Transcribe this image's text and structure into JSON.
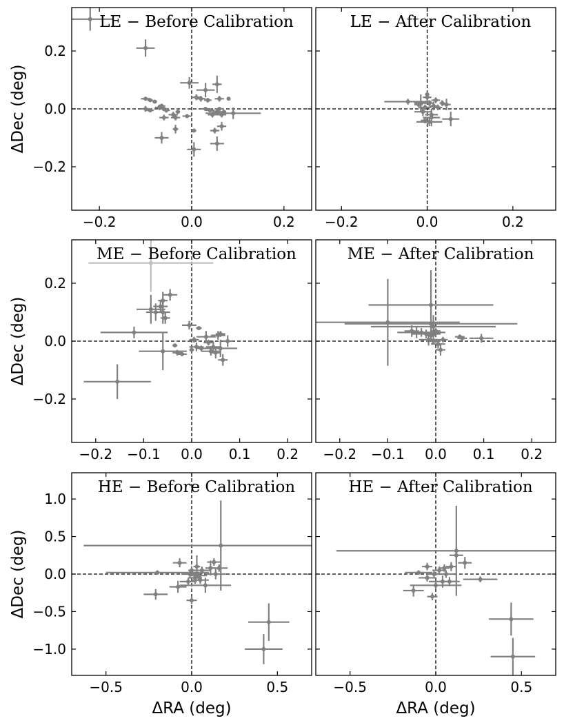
{
  "chart_data": [
    {
      "type": "scatter",
      "title": "LE − Before Calibration",
      "xlabel": "",
      "ylabel": "ΔDec (deg)",
      "xlim": [
        -0.26,
        0.26
      ],
      "ylim": [
        -0.35,
        0.35
      ],
      "xticks": [
        -0.2,
        0.0,
        0.2
      ],
      "xtick_labels": [
        "−0.2",
        "0.0",
        "0.2"
      ],
      "yticks": [
        -0.2,
        0.0,
        0.2
      ],
      "ytick_labels": [
        "−0.2",
        "0.0",
        "0.2"
      ],
      "points": [
        {
          "x": -0.22,
          "y": 0.31,
          "xerr": 0.05,
          "yerr": 0.04
        },
        {
          "x": -0.1,
          "y": 0.21,
          "xerr": 0.02,
          "yerr": 0.03
        },
        {
          "x": -0.1,
          "y": 0.035,
          "xerr": 0.01,
          "yerr": 0.005
        },
        {
          "x": -0.09,
          "y": 0.03,
          "xerr": 0.006,
          "yerr": 0.005
        },
        {
          "x": -0.08,
          "y": 0.025,
          "xerr": 0.005,
          "yerr": 0.005
        },
        {
          "x": -0.1,
          "y": 0.0,
          "xerr": 0.01,
          "yerr": 0.01
        },
        {
          "x": -0.09,
          "y": -0.005,
          "xerr": 0.008,
          "yerr": 0.005
        },
        {
          "x": -0.07,
          "y": 0.005,
          "xerr": 0.01,
          "yerr": 0.01
        },
        {
          "x": -0.065,
          "y": 0.01,
          "xerr": 0.008,
          "yerr": 0.008
        },
        {
          "x": -0.06,
          "y": 0.0,
          "xerr": 0.01,
          "yerr": 0.005
        },
        {
          "x": -0.055,
          "y": -0.005,
          "xerr": 0.008,
          "yerr": 0.008
        },
        {
          "x": -0.06,
          "y": -0.03,
          "xerr": 0.01,
          "yerr": 0.01
        },
        {
          "x": -0.04,
          "y": -0.02,
          "xerr": 0.01,
          "yerr": 0.01
        },
        {
          "x": -0.035,
          "y": -0.03,
          "xerr": 0.01,
          "yerr": 0.01
        },
        {
          "x": -0.065,
          "y": -0.1,
          "xerr": 0.015,
          "yerr": 0.02
        },
        {
          "x": -0.035,
          "y": -0.07,
          "xerr": 0.006,
          "yerr": 0.015
        },
        {
          "x": -0.03,
          "y": -0.01,
          "xerr": 0.005,
          "yerr": 0.005
        },
        {
          "x": -0.01,
          "y": -0.025,
          "xerr": 0.01,
          "yerr": 0.005
        },
        {
          "x": -0.005,
          "y": 0.09,
          "xerr": 0.02,
          "yerr": 0.02
        },
        {
          "x": 0.005,
          "y": -0.14,
          "xerr": 0.015,
          "yerr": 0.025
        },
        {
          "x": 0.005,
          "y": -0.075,
          "xerr": 0.005,
          "yerr": 0.005
        },
        {
          "x": 0.01,
          "y": 0.04,
          "xerr": 0.01,
          "yerr": 0.01
        },
        {
          "x": 0.02,
          "y": 0.035,
          "xerr": 0.01,
          "yerr": 0.01
        },
        {
          "x": 0.03,
          "y": 0.065,
          "xerr": 0.02,
          "yerr": 0.025
        },
        {
          "x": 0.03,
          "y": 0.0,
          "xerr": 0.01,
          "yerr": 0.005
        },
        {
          "x": 0.035,
          "y": 0.03,
          "xerr": 0.008,
          "yerr": 0.008
        },
        {
          "x": 0.04,
          "y": -0.005,
          "xerr": 0.01,
          "yerr": 0.005
        },
        {
          "x": 0.045,
          "y": -0.02,
          "xerr": 0.01,
          "yerr": 0.01
        },
        {
          "x": 0.05,
          "y": -0.075,
          "xerr": 0.01,
          "yerr": 0.01
        },
        {
          "x": 0.055,
          "y": 0.085,
          "xerr": 0.01,
          "yerr": 0.03
        },
        {
          "x": 0.055,
          "y": -0.12,
          "xerr": 0.015,
          "yerr": 0.025
        },
        {
          "x": 0.055,
          "y": -0.01,
          "xerr": 0.01,
          "yerr": 0.01
        },
        {
          "x": 0.06,
          "y": 0.0,
          "xerr": 0.01,
          "yerr": 0.005
        },
        {
          "x": 0.06,
          "y": 0.035,
          "xerr": 0.01,
          "yerr": 0.01
        },
        {
          "x": 0.065,
          "y": -0.06,
          "xerr": 0.01,
          "yerr": 0.015
        },
        {
          "x": 0.065,
          "y": -0.02,
          "xerr": 0.01,
          "yerr": 0.01
        },
        {
          "x": 0.07,
          "y": -0.01,
          "xerr": 0.005,
          "yerr": 0.005
        },
        {
          "x": 0.08,
          "y": 0.035,
          "xerr": 0.004,
          "yerr": 0.004
        },
        {
          "x": 0.09,
          "y": -0.015,
          "xerr": 0.06,
          "yerr": 0.02
        }
      ]
    },
    {
      "type": "scatter",
      "title": "LE − After Calibration",
      "xlabel": "",
      "ylabel": "",
      "xlim": [
        -0.26,
        0.3
      ],
      "ylim": [
        -0.35,
        0.35
      ],
      "xticks": [
        -0.2,
        0.0,
        0.2
      ],
      "xtick_labels": [
        "−0.2",
        "0.0",
        "0.2"
      ],
      "yticks": [
        -0.2,
        0.0,
        0.2
      ],
      "ytick_labels": [],
      "points": [
        {
          "x": -0.045,
          "y": 0.025,
          "xerr": 0.055,
          "yerr": 0.01
        },
        {
          "x": -0.02,
          "y": 0.015,
          "xerr": 0.01,
          "yerr": 0.01
        },
        {
          "x": -0.015,
          "y": 0.02,
          "xerr": 0.015,
          "yerr": 0.03
        },
        {
          "x": -0.01,
          "y": -0.01,
          "xerr": 0.02,
          "yerr": 0.015
        },
        {
          "x": -0.005,
          "y": 0.005,
          "xerr": 0.015,
          "yerr": 0.01
        },
        {
          "x": 0.0,
          "y": 0.04,
          "xerr": 0.01,
          "yerr": 0.02
        },
        {
          "x": 0.005,
          "y": 0.02,
          "xerr": 0.01,
          "yerr": 0.01
        },
        {
          "x": 0.01,
          "y": -0.02,
          "xerr": 0.015,
          "yerr": 0.015
        },
        {
          "x": 0.005,
          "y": -0.045,
          "xerr": 0.03,
          "yerr": 0.015
        },
        {
          "x": 0.01,
          "y": -0.03,
          "xerr": 0.02,
          "yerr": 0.03
        },
        {
          "x": 0.015,
          "y": 0.01,
          "xerr": 0.01,
          "yerr": 0.015
        },
        {
          "x": 0.02,
          "y": 0.03,
          "xerr": 0.01,
          "yerr": 0.01
        },
        {
          "x": 0.025,
          "y": 0.005,
          "xerr": 0.01,
          "yerr": 0.01
        },
        {
          "x": 0.035,
          "y": 0.02,
          "xerr": 0.006,
          "yerr": 0.01
        },
        {
          "x": 0.045,
          "y": 0.015,
          "xerr": 0.01,
          "yerr": 0.02
        },
        {
          "x": 0.055,
          "y": -0.035,
          "xerr": 0.02,
          "yerr": 0.025
        },
        {
          "x": 0.0,
          "y": 0.05,
          "xerr": 0.005,
          "yerr": 0.005
        },
        {
          "x": -0.005,
          "y": -0.04,
          "xerr": 0.01,
          "yerr": 0.01
        }
      ]
    },
    {
      "type": "scatter",
      "title": "ME − Before Calibration",
      "xlabel": "",
      "ylabel": "ΔDec (deg)",
      "xlim": [
        -0.25,
        0.25
      ],
      "ylim": [
        -0.35,
        0.35
      ],
      "xticks": [
        -0.2,
        -0.1,
        0.0,
        0.1,
        0.2
      ],
      "xtick_labels": [
        "−0.2",
        "−0.1",
        "0.0",
        "0.1",
        "0.2"
      ],
      "yticks": [
        -0.2,
        0.0,
        0.2
      ],
      "ytick_labels": [
        "−0.2",
        "0.0",
        "0.2"
      ],
      "points": [
        {
          "x": -0.085,
          "y": 0.27,
          "xerr": 0.13,
          "yerr": 0.1,
          "light": true
        },
        {
          "x": -0.155,
          "y": -0.14,
          "xerr": 0.07,
          "yerr": 0.06
        },
        {
          "x": -0.12,
          "y": 0.03,
          "xerr": 0.07,
          "yerr": 0.02
        },
        {
          "x": -0.085,
          "y": 0.11,
          "xerr": 0.03,
          "yerr": 0.05
        },
        {
          "x": -0.075,
          "y": 0.1,
          "xerr": 0.02,
          "yerr": 0.03
        },
        {
          "x": -0.065,
          "y": 0.12,
          "xerr": 0.015,
          "yerr": 0.02
        },
        {
          "x": -0.06,
          "y": 0.14,
          "xerr": 0.01,
          "yerr": 0.03
        },
        {
          "x": -0.06,
          "y": 0.1,
          "xerr": 0.015,
          "yerr": 0.04
        },
        {
          "x": -0.055,
          "y": 0.08,
          "xerr": 0.01,
          "yerr": 0.02
        },
        {
          "x": -0.045,
          "y": 0.16,
          "xerr": 0.015,
          "yerr": 0.02
        },
        {
          "x": -0.06,
          "y": -0.035,
          "xerr": 0.05,
          "yerr": 0.065
        },
        {
          "x": -0.035,
          "y": -0.015,
          "xerr": 0.005,
          "yerr": 0.005
        },
        {
          "x": -0.03,
          "y": -0.04,
          "xerr": 0.01,
          "yerr": 0.01
        },
        {
          "x": -0.02,
          "y": -0.045,
          "xerr": 0.01,
          "yerr": 0.005
        },
        {
          "x": -0.005,
          "y": 0.055,
          "xerr": 0.015,
          "yerr": 0.015
        },
        {
          "x": 0.0,
          "y": -0.03,
          "xerr": 0.005,
          "yerr": 0.005
        },
        {
          "x": 0.005,
          "y": 0.005,
          "xerr": 0.01,
          "yerr": 0.01
        },
        {
          "x": 0.01,
          "y": -0.02,
          "xerr": 0.015,
          "yerr": 0.015
        },
        {
          "x": 0.015,
          "y": 0.045,
          "xerr": 0.006,
          "yerr": 0.006
        },
        {
          "x": 0.02,
          "y": -0.025,
          "xerr": 0.01,
          "yerr": 0.01
        },
        {
          "x": 0.03,
          "y": 0.015,
          "xerr": 0.02,
          "yerr": 0.02
        },
        {
          "x": 0.035,
          "y": -0.005,
          "xerr": 0.01,
          "yerr": 0.01
        },
        {
          "x": 0.04,
          "y": -0.035,
          "xerr": 0.02,
          "yerr": 0.015
        },
        {
          "x": 0.045,
          "y": -0.02,
          "xerr": 0.015,
          "yerr": 0.02
        },
        {
          "x": 0.05,
          "y": -0.04,
          "xerr": 0.01,
          "yerr": 0.02
        },
        {
          "x": 0.055,
          "y": 0.02,
          "xerr": 0.015,
          "yerr": 0.015
        },
        {
          "x": 0.06,
          "y": -0.025,
          "xerr": 0.035,
          "yerr": 0.03
        },
        {
          "x": 0.06,
          "y": 0.025,
          "xerr": 0.01,
          "yerr": 0.01
        },
        {
          "x": 0.065,
          "y": -0.065,
          "xerr": 0.01,
          "yerr": 0.02
        },
        {
          "x": 0.075,
          "y": 0.0,
          "xerr": 0.01,
          "yerr": 0.02
        }
      ]
    },
    {
      "type": "scatter",
      "title": "ME − After Calibration",
      "xlabel": "",
      "ylabel": "",
      "xlim": [
        -0.25,
        0.25
      ],
      "ylim": [
        -0.35,
        0.35
      ],
      "xticks": [
        -0.2,
        -0.1,
        0.0,
        0.1,
        0.2
      ],
      "xtick_labels": [
        "−0.2",
        "−0.1",
        "0.0",
        "0.1",
        "0.2"
      ],
      "yticks": [
        -0.2,
        0.0,
        0.2
      ],
      "ytick_labels": [],
      "points": [
        {
          "x": -0.1,
          "y": 0.065,
          "xerr": 0.15,
          "yerr": 0.15
        },
        {
          "x": -0.01,
          "y": 0.125,
          "xerr": 0.13,
          "yerr": 0.12
        },
        {
          "x": -0.01,
          "y": 0.06,
          "xerr": 0.18,
          "yerr": 0.06
        },
        {
          "x": -0.005,
          "y": 0.05,
          "xerr": 0.13,
          "yerr": 0.04
        },
        {
          "x": -0.05,
          "y": 0.035,
          "xerr": 0.015,
          "yerr": 0.02
        },
        {
          "x": -0.04,
          "y": 0.03,
          "xerr": 0.015,
          "yerr": 0.02
        },
        {
          "x": -0.03,
          "y": 0.03,
          "xerr": 0.05,
          "yerr": 0.015
        },
        {
          "x": -0.02,
          "y": 0.025,
          "xerr": 0.03,
          "yerr": 0.015
        },
        {
          "x": -0.015,
          "y": 0.005,
          "xerr": 0.02,
          "yerr": 0.02
        },
        {
          "x": -0.01,
          "y": 0.02,
          "xerr": 0.01,
          "yerr": 0.02
        },
        {
          "x": -0.005,
          "y": 0.0,
          "xerr": 0.015,
          "yerr": 0.01
        },
        {
          "x": 0.0,
          "y": 0.035,
          "xerr": 0.01,
          "yerr": 0.01
        },
        {
          "x": 0.005,
          "y": -0.01,
          "xerr": 0.015,
          "yerr": 0.015
        },
        {
          "x": 0.01,
          "y": -0.03,
          "xerr": 0.01,
          "yerr": 0.02
        },
        {
          "x": 0.015,
          "y": 0.005,
          "xerr": 0.01,
          "yerr": 0.01
        },
        {
          "x": 0.05,
          "y": 0.015,
          "xerr": 0.01,
          "yerr": 0.008
        },
        {
          "x": 0.055,
          "y": 0.01,
          "xerr": 0.01,
          "yerr": 0.008
        },
        {
          "x": 0.095,
          "y": 0.01,
          "xerr": 0.025,
          "yerr": 0.015
        }
      ]
    },
    {
      "type": "scatter",
      "title": "HE − Before Calibration",
      "xlabel": "ΔRA (deg)",
      "ylabel": "ΔDec (deg)",
      "xlim": [
        -0.7,
        0.7
      ],
      "ylim": [
        -1.35,
        1.35
      ],
      "xticks": [
        -0.5,
        0.0,
        0.5
      ],
      "xtick_labels": [
        "−0.5",
        "0.0",
        "0.5"
      ],
      "yticks": [
        -1.0,
        -0.5,
        0.0,
        0.5,
        1.0
      ],
      "ytick_labels": [
        "−1.0",
        "−0.5",
        "0.0",
        "0.5",
        "1.0"
      ],
      "points": [
        {
          "x": 0.17,
          "y": 0.38,
          "xerr": 0.8,
          "yerr": 0.6
        },
        {
          "x": 0.45,
          "y": -0.64,
          "xerr": 0.12,
          "yerr": 0.25
        },
        {
          "x": 0.42,
          "y": -1.0,
          "xerr": 0.11,
          "yerr": 0.2
        },
        {
          "x": -0.21,
          "y": -0.27,
          "xerr": 0.07,
          "yerr": 0.07
        },
        {
          "x": -0.2,
          "y": 0.02,
          "xerr": 0.3,
          "yerr": 0.03
        },
        {
          "x": -0.08,
          "y": -0.17,
          "xerr": 0.05,
          "yerr": 0.08
        },
        {
          "x": -0.07,
          "y": 0.15,
          "xerr": 0.04,
          "yerr": 0.06
        },
        {
          "x": -0.02,
          "y": -0.1,
          "xerr": 0.05,
          "yerr": 0.05
        },
        {
          "x": -0.01,
          "y": 0.0,
          "xerr": 0.05,
          "yerr": 0.06
        },
        {
          "x": 0.0,
          "y": -0.35,
          "xerr": 0.03,
          "yerr": 0.05
        },
        {
          "x": 0.0,
          "y": 0.05,
          "xerr": 0.02,
          "yerr": 0.04
        },
        {
          "x": 0.02,
          "y": -0.05,
          "xerr": 0.04,
          "yerr": 0.08
        },
        {
          "x": 0.03,
          "y": 0.1,
          "xerr": 0.02,
          "yerr": 0.15
        },
        {
          "x": 0.04,
          "y": -0.02,
          "xerr": 0.05,
          "yerr": 0.05
        },
        {
          "x": 0.05,
          "y": -0.08,
          "xerr": 0.05,
          "yerr": 0.05
        },
        {
          "x": 0.06,
          "y": 0.05,
          "xerr": 0.05,
          "yerr": 0.05
        },
        {
          "x": 0.08,
          "y": -0.15,
          "xerr": 0.15,
          "yerr": 0.1
        },
        {
          "x": 0.11,
          "y": 0.08,
          "xerr": 0.03,
          "yerr": 0.1
        },
        {
          "x": 0.13,
          "y": 0.16,
          "xerr": 0.04,
          "yerr": 0.05
        },
        {
          "x": 0.14,
          "y": 0.0,
          "xerr": 0.06,
          "yerr": 0.07
        },
        {
          "x": 0.16,
          "y": 0.08,
          "xerr": 0.05,
          "yerr": 0.05
        }
      ]
    },
    {
      "type": "scatter",
      "title": "HE − After Calibration",
      "xlabel": "ΔRA (deg)",
      "ylabel": "",
      "xlim": [
        -0.7,
        0.7
      ],
      "ylim": [
        -1.35,
        1.35
      ],
      "xticks": [
        -0.5,
        0.0,
        0.5
      ],
      "xtick_labels": [
        "−0.5",
        "0.0",
        "0.5"
      ],
      "yticks": [
        -1.0,
        -0.5,
        0.0,
        0.5,
        1.0
      ],
      "ytick_labels": [],
      "points": [
        {
          "x": 0.12,
          "y": 0.31,
          "xerr": 0.7,
          "yerr": 0.6
        },
        {
          "x": 0.44,
          "y": -0.6,
          "xerr": 0.13,
          "yerr": 0.22
        },
        {
          "x": 0.45,
          "y": -1.1,
          "xerr": 0.13,
          "yerr": 0.25
        },
        {
          "x": -0.13,
          "y": -0.22,
          "xerr": 0.06,
          "yerr": 0.08
        },
        {
          "x": -0.1,
          "y": 0.02,
          "xerr": 0.08,
          "yerr": 0.03
        },
        {
          "x": -0.05,
          "y": -0.05,
          "xerr": 0.05,
          "yerr": 0.05
        },
        {
          "x": -0.05,
          "y": 0.1,
          "xerr": 0.03,
          "yerr": 0.05
        },
        {
          "x": -0.02,
          "y": -0.3,
          "xerr": 0.03,
          "yerr": 0.05
        },
        {
          "x": -0.01,
          "y": 0.0,
          "xerr": 0.04,
          "yerr": 0.04
        },
        {
          "x": 0.0,
          "y": -0.15,
          "xerr": 0.15,
          "yerr": 0.05
        },
        {
          "x": 0.02,
          "y": 0.05,
          "xerr": 0.04,
          "yerr": 0.05
        },
        {
          "x": 0.04,
          "y": -0.1,
          "xerr": 0.08,
          "yerr": 0.08
        },
        {
          "x": 0.05,
          "y": 0.08,
          "xerr": 0.03,
          "yerr": 0.05
        },
        {
          "x": 0.06,
          "y": 0.0,
          "xerr": 0.05,
          "yerr": 0.05
        },
        {
          "x": 0.08,
          "y": -0.1,
          "xerr": 0.06,
          "yerr": 0.06
        },
        {
          "x": 0.09,
          "y": 0.1,
          "xerr": 0.03,
          "yerr": 0.06
        },
        {
          "x": 0.12,
          "y": 0.25,
          "xerr": 0.04,
          "yerr": 0.1
        },
        {
          "x": 0.17,
          "y": 0.15,
          "xerr": 0.04,
          "yerr": 0.08
        },
        {
          "x": 0.26,
          "y": -0.07,
          "xerr": 0.1,
          "yerr": 0.04
        }
      ]
    }
  ]
}
